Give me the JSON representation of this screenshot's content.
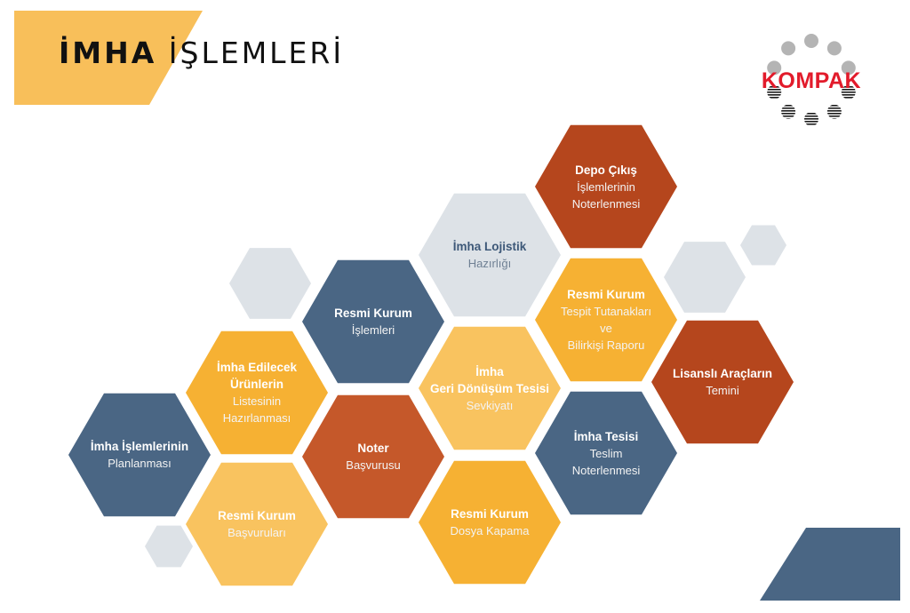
{
  "title": {
    "bold": "İMHA",
    "rest": "İŞLEMLERİ"
  },
  "logo": {
    "text": "KOMPAK"
  },
  "colors": {
    "accent_yellow": "#f8bf5a",
    "slate_blue": "#4a6684",
    "rust": "#b5461d",
    "orange": "#c5582a",
    "gold": "#f6b133",
    "light_gold": "#f9c35f",
    "light_gray": "#dde2e7"
  },
  "hexagons": [
    {
      "id": "planlama",
      "title": "İmha İşlemlerinin",
      "subtitle": "Planlanması"
    },
    {
      "id": "basvurulari",
      "title": "Resmi Kurum",
      "subtitle": "Başvuruları"
    },
    {
      "id": "liste",
      "title": "İmha Edilecek\nÜrünlerin",
      "subtitle": "Listesinin\nHazırlanması"
    },
    {
      "id": "noter",
      "title": "Noter",
      "subtitle": "Başvurusu"
    },
    {
      "id": "islemleri",
      "title": "Resmi Kurum",
      "subtitle": "İşlemleri"
    },
    {
      "id": "lojistik",
      "title": "İmha Lojistik",
      "subtitle": "Hazırlığı"
    },
    {
      "id": "geridonusum",
      "title": "İmha\nGeri Dönüşüm Tesisi",
      "subtitle": "Sevkiyatı"
    },
    {
      "id": "dosya",
      "title": "Resmi Kurum",
      "subtitle": "Dosya Kapama"
    },
    {
      "id": "depo",
      "title": "Depo Çıkış",
      "subtitle": "İşlemlerinin\nNoterlenmesi"
    },
    {
      "id": "tespit",
      "title": "Resmi Kurum",
      "subtitle": "Tespit Tutanakları\nve\nBilirkişi Raporu"
    },
    {
      "id": "tesis",
      "title": "İmha Tesisi",
      "subtitle": "Teslim\nNoterlenmesi"
    },
    {
      "id": "lisansli",
      "title": "Lisanslı Araçların",
      "subtitle": "Temini"
    }
  ]
}
